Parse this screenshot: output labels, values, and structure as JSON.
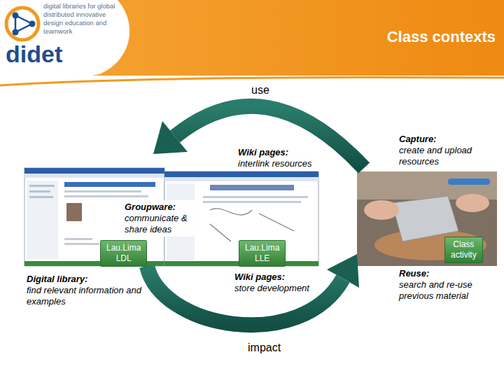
{
  "diagram": {
    "title": "Class contexts",
    "nodes": [
      {
        "text": [
          "Lau.Lima LDL"
        ]
      },
      {
        "text": [
          "Lau.Lima LLE"
        ]
      },
      {
        "text": [
          "Class activity"
        ]
      }
    ],
    "labels": [
      "digital libraries for global distributed innovative design education and teamwork",
      "didet",
      "use",
      "Wiki pages:",
      "interlink resources",
      "Capture:",
      "create and upload resources",
      "Groupware:",
      "communicate & share ideas",
      "Digital library:",
      "find relevant information and examples",
      "Wiki pages:",
      "store development",
      "Reuse:",
      "search and re-use previous material",
      "impact"
    ]
  }
}
